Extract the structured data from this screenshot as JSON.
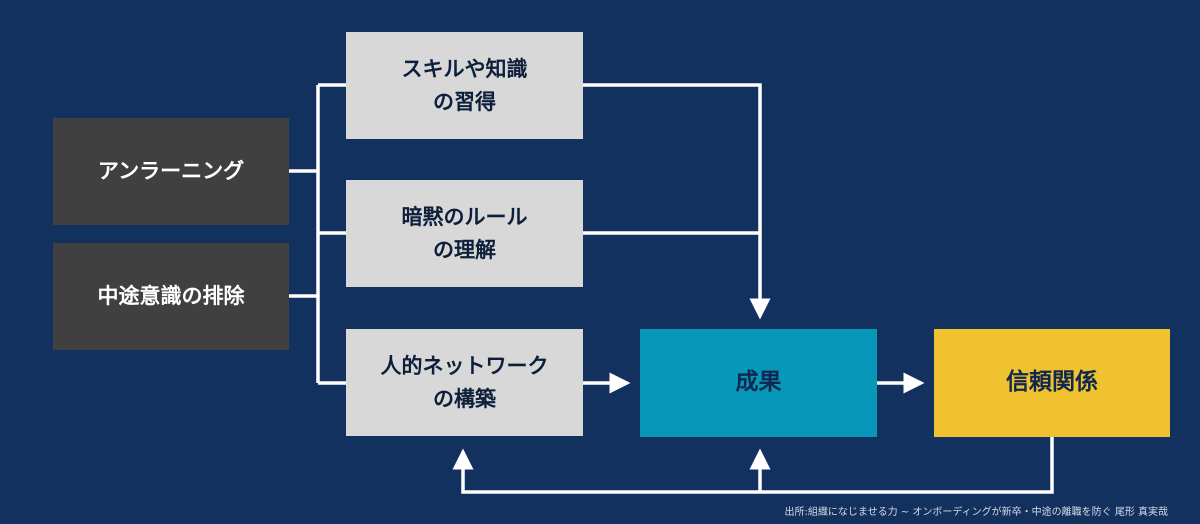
{
  "nodes": {
    "unlearning": "アンラーニング",
    "remove_midcareer_mindset": "中途意識の排除",
    "skill_knowledge_line1": "スキルや知識",
    "skill_knowledge_line2": "の習得",
    "implicit_rules_line1": "暗黙のルール",
    "implicit_rules_line2": "の理解",
    "network_line1": "人的ネットワーク",
    "network_line2": "の構築",
    "results": "成果",
    "trust": "信頼関係"
  },
  "source": "出所:組織になじませる力 ~ オンボーディングが新卒・中途の離職を防ぐ 尾形 真実哉",
  "colors": {
    "background": "#13315f",
    "input_box": "#404040",
    "factor_box": "#d8d8d8",
    "results_box": "#0797b8",
    "trust_box": "#f0c22f",
    "arrow": "#ffffff"
  }
}
